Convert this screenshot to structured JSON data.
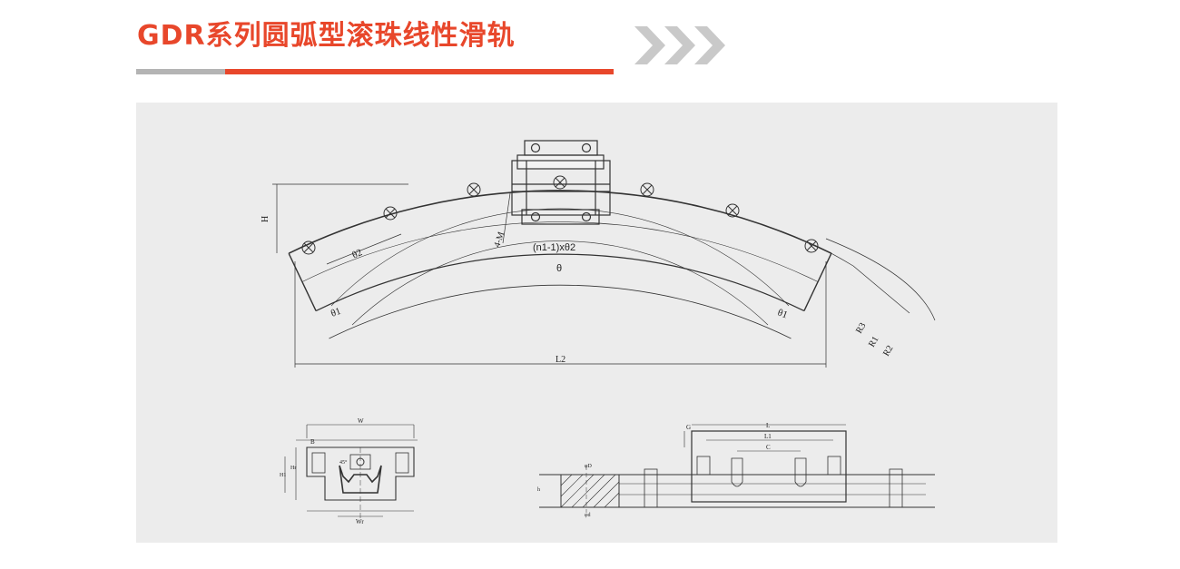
{
  "header": {
    "title": "GDR系列圆弧型滚珠线性滑轨",
    "accent_color": "#e8472b",
    "gray_color": "#b4b4b4",
    "chevron_color": "#c9c9c9"
  },
  "drawing": {
    "background_color": "#ececec",
    "arc_view": {
      "labels": {
        "h": "H",
        "theta2": "θ2",
        "mounting_holes": "4-M",
        "pitch": "(n1-1)xθ2",
        "theta": "θ",
        "theta1_left": "θ1",
        "theta1_right": "θ1",
        "r3": "R3",
        "r1": "R1",
        "r2": "R2",
        "l2": "L2"
      }
    },
    "end_view": {
      "labels": {
        "w": "W",
        "b": "B",
        "wr": "Wr",
        "h1": "H1",
        "hr": "Hr",
        "angle": "45°"
      }
    },
    "side_view": {
      "labels": {
        "g": "G",
        "l": "L",
        "l1": "L1",
        "c": "C",
        "d": "φD",
        "h": "h",
        "d2": "φd"
      }
    }
  }
}
